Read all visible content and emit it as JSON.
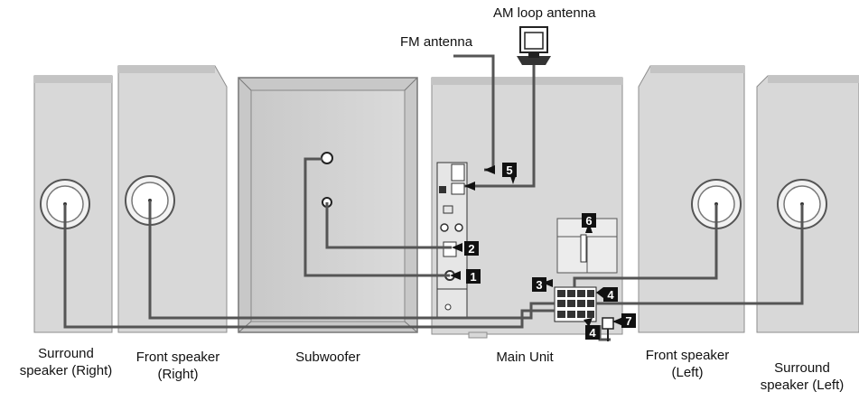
{
  "labels": {
    "surround_right": [
      "Surround",
      "speaker (Right)"
    ],
    "front_right": [
      "Front speaker",
      "(Right)"
    ],
    "subwoofer": [
      "Subwoofer"
    ],
    "main_unit": [
      "Main Unit"
    ],
    "front_left": [
      "Front speaker",
      "(Left)"
    ],
    "surround_left": [
      "Surround",
      "speaker (Left)"
    ],
    "am_antenna": "AM loop antenna",
    "fm_antenna": "FM antenna"
  },
  "markers": [
    "1",
    "2",
    "3",
    "4",
    "4",
    "5",
    "6",
    "7"
  ],
  "colors": {
    "panel": "#d6d6d6",
    "panel_edge": "#9a9a9a",
    "line": "#555555",
    "marker": "#111111"
  }
}
